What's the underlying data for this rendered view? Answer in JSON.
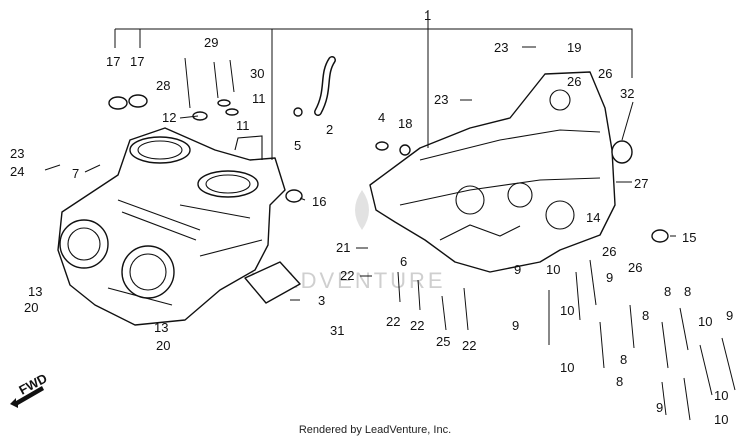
{
  "diagram": {
    "credit": "Rendered by LeadVenture, Inc.",
    "watermark": "LEADVENTURE",
    "fwd_label": "FWD",
    "callouts": {
      "c1": "1",
      "c2": "2",
      "c3": "3",
      "c4": "4",
      "c5": "5",
      "c6": "6",
      "c7": "7",
      "c11a": "11",
      "c11b": "11",
      "c12": "12",
      "c13a": "13",
      "c13b": "13",
      "c14": "14",
      "c15": "15",
      "c16": "16",
      "c17a": "17",
      "c17b": "17",
      "c18": "18",
      "c19": "19",
      "c20a": "20",
      "c20b": "20",
      "c21": "21",
      "c22a": "22",
      "c22b": "22",
      "c22c": "22",
      "c22d": "22",
      "c23a": "23",
      "c23b": "23",
      "c23c": "23",
      "c24": "24",
      "c25": "25",
      "c26a": "26",
      "c26b": "26",
      "c26c": "26",
      "c26d": "26",
      "c27": "27",
      "c28": "28",
      "c29": "29",
      "c30": "30",
      "c31": "31",
      "c32": "32",
      "c8a": "8",
      "c8b": "8",
      "c8c": "8",
      "c8d": "8",
      "c8e": "8",
      "c9a": "9",
      "c9b": "9",
      "c9c": "9",
      "c9d": "9",
      "c9e": "9",
      "c10a": "10",
      "c10b": "10",
      "c10c": "10",
      "c10d": "10",
      "c10e": "10",
      "c10f": "10"
    }
  }
}
